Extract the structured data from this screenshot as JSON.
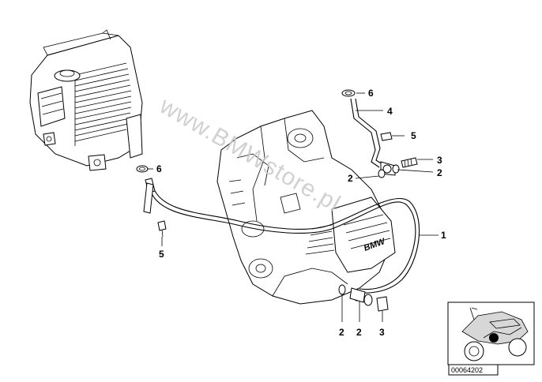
{
  "diagram": {
    "watermark": "www.BMWstore.pl",
    "reference_code": "00064202",
    "callouts": {
      "hose": "1",
      "gasket_a": "2",
      "gasket_b": "2",
      "gasket_c": "2",
      "gasket_d": "2",
      "banjo_bolt_top": "3",
      "banjo_bolt_bottom": "3",
      "pipe": "4",
      "screw_top": "5",
      "screw_left": "5",
      "clamp_top": "6",
      "clamp_left": "6"
    }
  }
}
